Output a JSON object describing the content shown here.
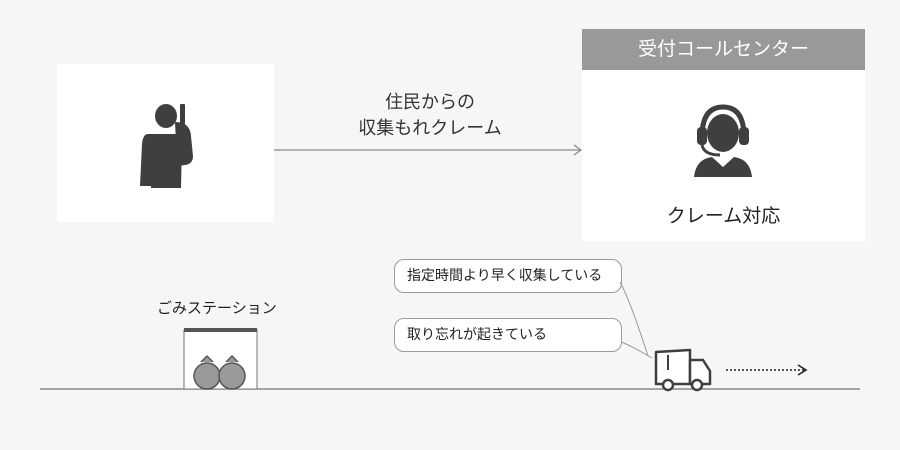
{
  "call_center": {
    "title": "受付コールセンター",
    "action": "クレーム対応"
  },
  "complaint": {
    "line1": "住民からの",
    "line2": "収集もれクレーム"
  },
  "bubbles": [
    "指定時間より早く収集している",
    "取り忘れが起きている"
  ],
  "garbage_station": {
    "label": "ごみステーション"
  },
  "colors": {
    "background": "#f6f6f5",
    "header": "#999999",
    "icon": "#3f3f3f",
    "line": "#8a8a8a"
  },
  "icons": [
    "caller-phone-icon",
    "operator-headset-icon",
    "garbage-bag-icon",
    "garbage-truck-icon"
  ]
}
